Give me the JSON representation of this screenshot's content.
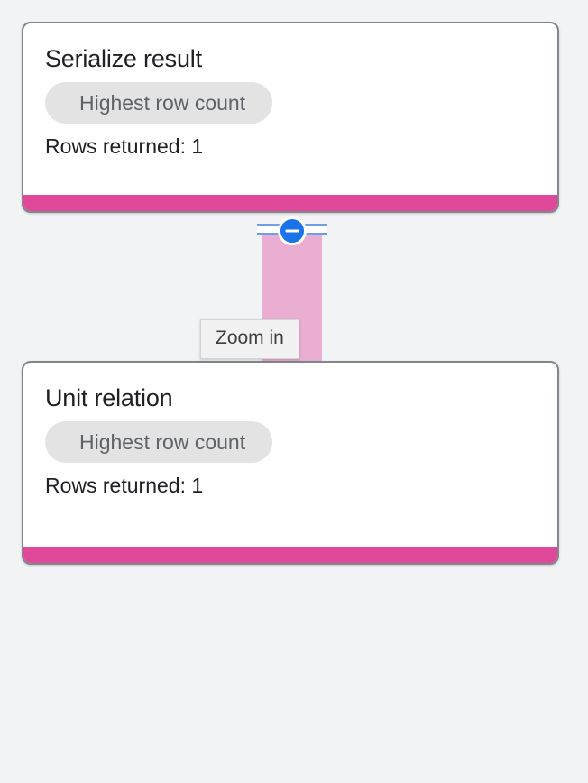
{
  "canvas": {
    "background_color": "#f1f3f4"
  },
  "nodes": [
    {
      "id": "serialize-result",
      "title": "Serialize result",
      "badge": "Highest row count",
      "meta": "Rows returned: 1",
      "accent_color": "#e0489a",
      "border_color": "#80868b",
      "background_color": "#ffffff"
    },
    {
      "id": "unit-relation",
      "title": "Unit relation",
      "badge": "Highest row count",
      "meta": "Rows returned: 1",
      "accent_color": "#e0489a",
      "border_color": "#80868b",
      "background_color": "#ffffff"
    }
  ],
  "edge": {
    "band_color": "#eaaed2",
    "rail_color": "#6d9eeb",
    "toggle": {
      "icon": "minus-circle-icon",
      "color": "#1a73e8",
      "ring_color": "#ffffff"
    }
  },
  "tooltip": {
    "label": "Zoom in",
    "background_color": "#f1f1f1",
    "text_color": "#3c4043"
  }
}
